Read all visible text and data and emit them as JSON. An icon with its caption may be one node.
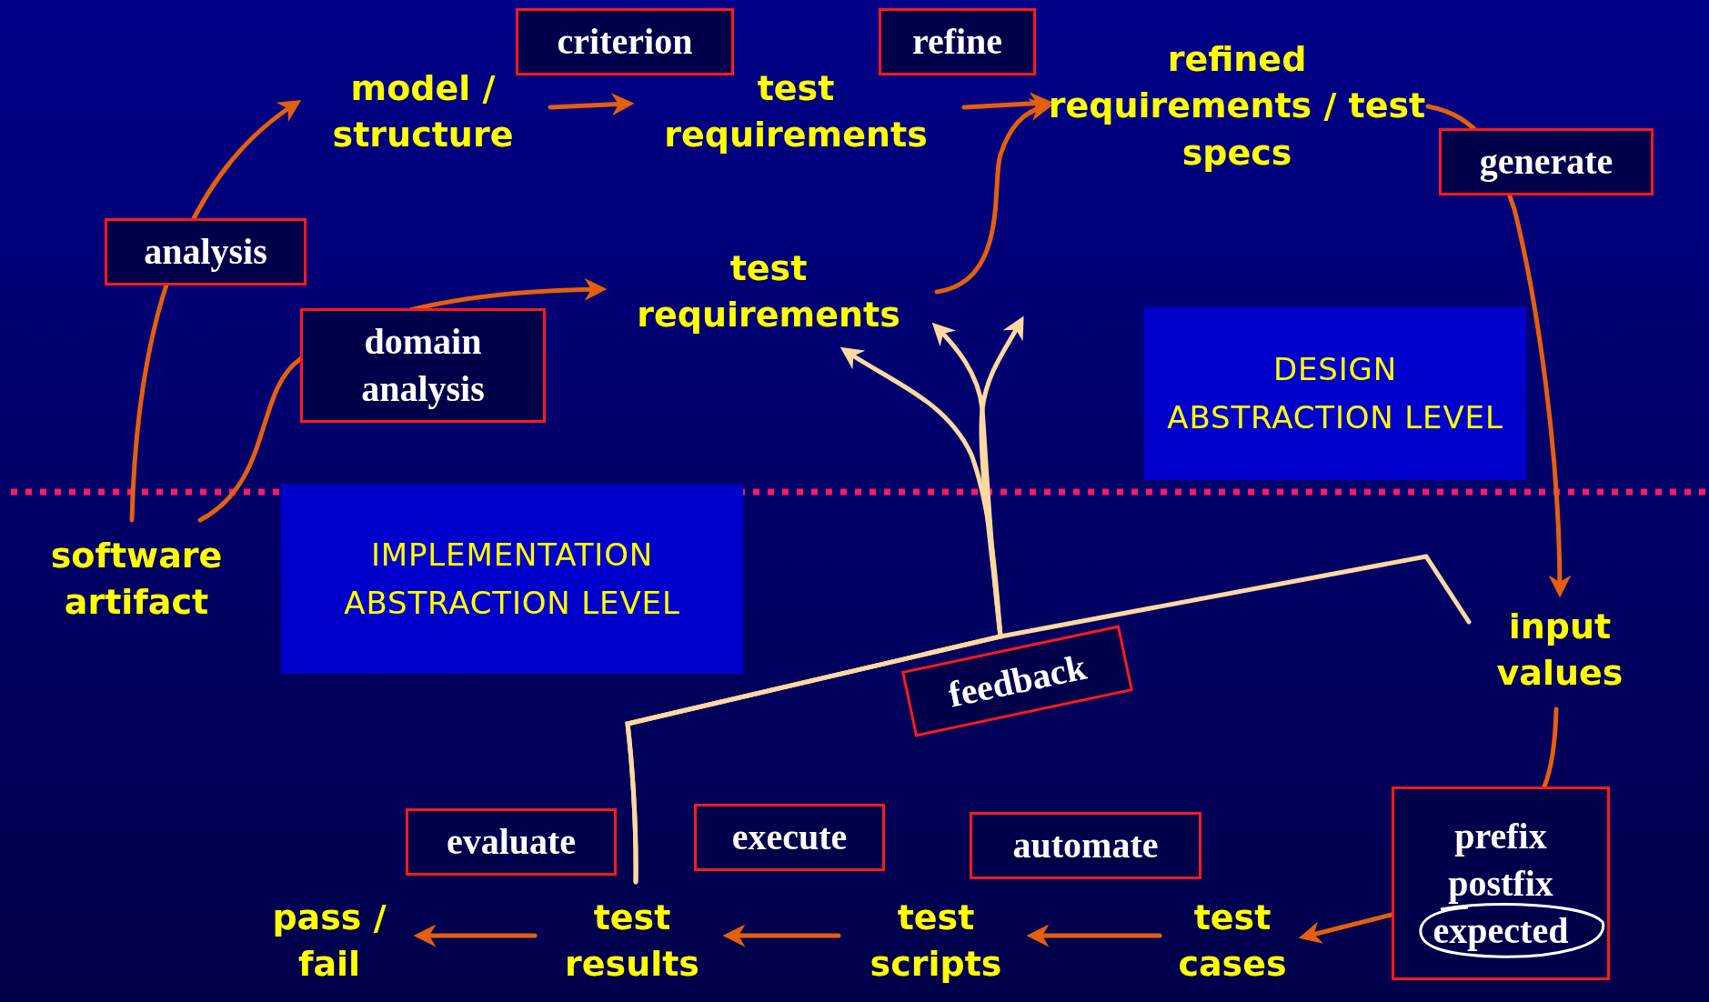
{
  "diagram": {
    "nodes": [
      {
        "text": [
          "model / structure"
        ]
      },
      {
        "text": [
          "test requirements"
        ]
      },
      {
        "text": [
          "refined requirements / test specs"
        ]
      },
      {
        "text": [
          "test requirements"
        ]
      },
      {
        "text": [
          "DESIGN ABSTRACTION LEVEL"
        ]
      },
      {
        "text": [
          "software artifact"
        ]
      },
      {
        "text": [
          "IMPLEMENTATION ABSTRACTION LEVEL"
        ]
      },
      {
        "text": [
          "input values"
        ]
      },
      {
        "text": [
          "prefix",
          "postfix",
          "expected"
        ]
      },
      {
        "text": [
          "pass / fail"
        ]
      },
      {
        "text": [
          "test results"
        ]
      },
      {
        "text": [
          "test scripts"
        ]
      },
      {
        "text": [
          "test cases"
        ]
      }
    ],
    "edges": [
      {
        "from": 5,
        "to": 0,
        "arrow": "to",
        "label": "analysis"
      },
      {
        "from": 5,
        "to": 3,
        "arrow": "to",
        "label": "domain analysis"
      },
      {
        "from": 0,
        "to": 1,
        "arrow": "to",
        "label": "criterion"
      },
      {
        "from": 1,
        "to": 2,
        "arrow": "to",
        "label": "refine"
      },
      {
        "from": 3,
        "to": 2,
        "arrow": "to"
      },
      {
        "from": 2,
        "to": 7,
        "arrow": "to",
        "label": "generate"
      },
      {
        "from": 7,
        "to": 8,
        "arrow": "none"
      },
      {
        "from": 8,
        "to": 12,
        "arrow": "to"
      },
      {
        "from": 12,
        "to": 11,
        "arrow": "to",
        "label": "automate"
      },
      {
        "from": 11,
        "to": 10,
        "arrow": "to",
        "label": "execute"
      },
      {
        "from": 10,
        "to": 9,
        "arrow": "to",
        "label": "evaluate"
      },
      {
        "from": 10,
        "to": 3,
        "arrow": "to",
        "label": "feedback",
        "color": "#ffd9a0"
      },
      {
        "from": 7,
        "to": 3,
        "arrow": "to",
        "color": "#ffd9a0"
      },
      {
        "from": 10,
        "to": null,
        "arrow": "to",
        "color": "#ffd9a0"
      }
    ]
  }
}
